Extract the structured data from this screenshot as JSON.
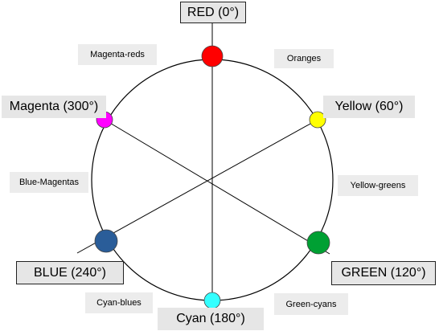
{
  "colors": {
    "background": "#ffffff",
    "line": "#000000",
    "label_bg": "#e6e6e6"
  },
  "hues": [
    {
      "key": "red",
      "label": "RED (0°)",
      "angle": 0,
      "color": "#ff0000"
    },
    {
      "key": "yellow",
      "label": "Yellow (60°)",
      "angle": 60,
      "color": "#ffff00"
    },
    {
      "key": "green",
      "label": "GREEN (120°)",
      "angle": 120,
      "color": "#00a033"
    },
    {
      "key": "cyan",
      "label": "Cyan (180°)",
      "angle": 180,
      "color": "#33ffff"
    },
    {
      "key": "blue",
      "label": "BLUE (240°)",
      "angle": 240,
      "color": "#2a5d99"
    },
    {
      "key": "magenta",
      "label": "Magenta (300°)",
      "angle": 300,
      "color": "#ff00ff"
    }
  ],
  "in_between": [
    {
      "key": "oranges",
      "label": "Oranges"
    },
    {
      "key": "yellow-greens",
      "label": "Yellow-greens"
    },
    {
      "key": "green-cyans",
      "label": "Green-cyans"
    },
    {
      "key": "cyan-blues",
      "label": "Cyan-blues"
    },
    {
      "key": "blue-magentas",
      "label": "Blue-Magentas"
    },
    {
      "key": "magenta-reds",
      "label": "Magenta-reds"
    }
  ]
}
